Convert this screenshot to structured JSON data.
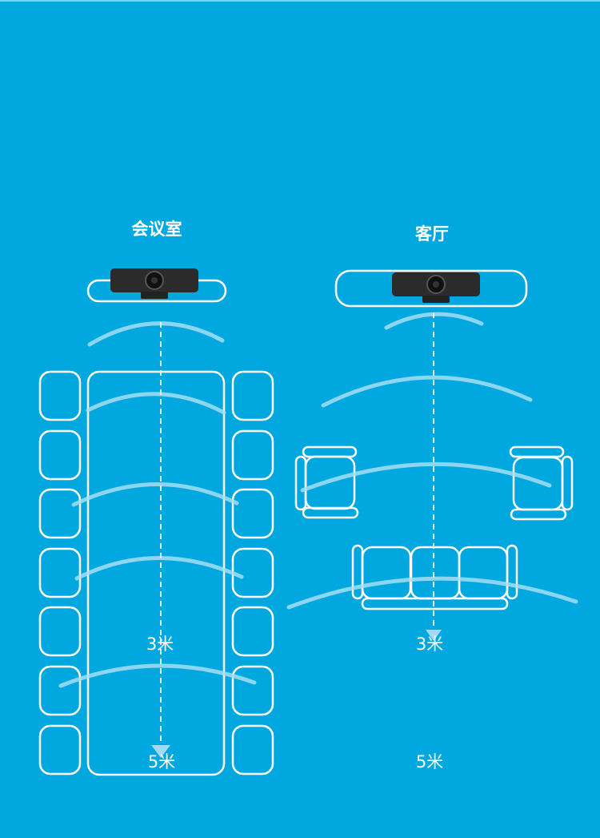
{
  "left_scene": {
    "title": "会议室",
    "distance_near": "3米",
    "distance_far": "5米"
  },
  "right_scene": {
    "title": "客厅",
    "distance_near": "3米",
    "distance_far": "5米"
  },
  "colors": {
    "background": "#01a8df",
    "outline": "#ffffff",
    "arc": "#9fdcf3"
  }
}
